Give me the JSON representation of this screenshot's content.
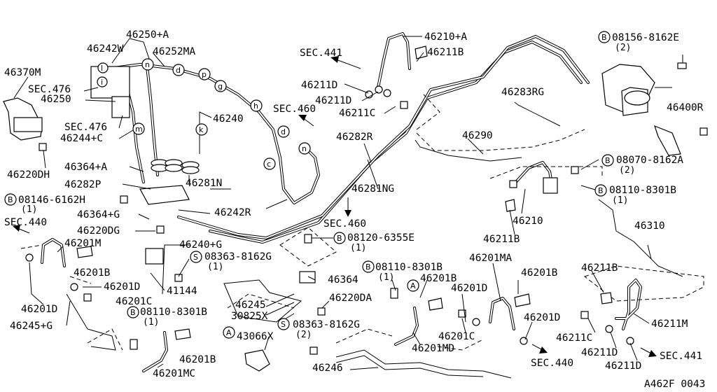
{
  "diagram": {
    "code": "A462F 0043",
    "labels": {
      "p46250A": "46250+A",
      "p46242W": "46242W",
      "p46252MA": "46252MA",
      "p46370M": "46370M",
      "sec476a": "SEC.476",
      "p46250": "46250",
      "sec476b": "SEC.476",
      "p46244C": "46244+C",
      "p46220DH": "46220DH",
      "p46364A": "46364+A",
      "p46282P": "46282P",
      "p46281N": "46281N",
      "b08146": "08146-6162H",
      "b08146q": "(1)",
      "p46364G": "46364+G",
      "sec440a": "SEC.440",
      "p46220DG": "46220DG",
      "p46242R": "46242R",
      "p46240": "46240",
      "p46240G": "46240+G",
      "p46201M": "46201M",
      "p46201Ba": "46201B",
      "p46201Da": "46201D",
      "p46201C": "46201C",
      "p46201Db": "46201D",
      "p46245G": "46245+G",
      "s08363a": "08363-8162G",
      "s08363aq": "(1)",
      "p41144": "41144",
      "b08110a": "08110-8301B",
      "b08110aq": "(1)",
      "p46201Bb": "46201B",
      "p46201MC": "46201MC",
      "p46210A": "46210+A",
      "p46211Ba": "46211B",
      "sec441a": "SEC.441",
      "p46211Da": "46211D",
      "p46211Db": "46211D",
      "p46211C": "46211C",
      "sec460a": "SEC.460",
      "p46282R": "46282R",
      "p46281NG": "46281NG",
      "sec460b": "SEC.460",
      "b08120": "08120-6355E",
      "b08120q": "(1)",
      "p46364": "46364",
      "p46245": "46245",
      "p30825X": "30825X",
      "p46220DA": "46220DA",
      "s08363b": "08363-8162G",
      "s08363bq": "(2)",
      "p43066X": "43066X",
      "p46246": "46246",
      "b08110b": "08110-8301B",
      "b08110bq": "(1)",
      "p46201Bc": "46201B",
      "p46201MD": "46201MD",
      "p46201MA": "46201MA",
      "p46201Bd": "46201B",
      "p46201Dc": "46201D",
      "p46201Cb": "46201C",
      "p46201Dd": "46201D",
      "sec440b": "SEC.440",
      "b08156": "08156-8162E",
      "b08156q": "(2)",
      "p46400R": "46400R",
      "p46283RG": "46283RG",
      "p46290": "46290",
      "b08070": "08070-8162A",
      "b08070q": "(2)",
      "b08110c": "08110-8301B",
      "b08110cq": "(1)",
      "p46210": "46210",
      "p46211Bb": "46211B",
      "p46310": "46310",
      "p46211Bc": "46211B",
      "p46211M": "46211M",
      "p46211Cb": "46211C",
      "p46211Dc": "46211D",
      "p46211Dd": "46211D",
      "sec441b": "SEC.441"
    },
    "clip_letters": [
      "n",
      "d",
      "p",
      "g",
      "h",
      "d",
      "n",
      "c",
      "k",
      "m",
      "l",
      "i"
    ],
    "ref_markers": [
      "A",
      "A"
    ],
    "bolt_marker": "B",
    "screw_marker": "S"
  }
}
